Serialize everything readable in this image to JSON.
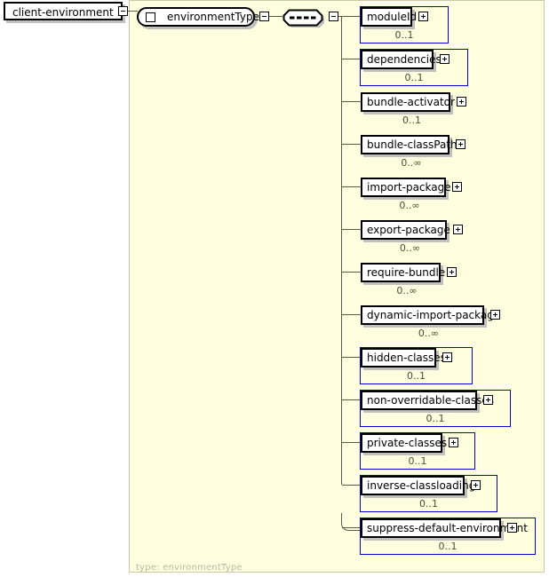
{
  "diagram": {
    "kind": "xml-schema-element-tree",
    "root": {
      "name": "client-environment",
      "toggle": "minus"
    },
    "type_reference": {
      "label": "environmentType",
      "toggle": "minus"
    },
    "compositor": {
      "kind": "sequence",
      "toggle": "minus"
    },
    "panel_footer_label": "type: environmentType",
    "colors": {
      "panel_background": "#ffffe0",
      "page_background": "#ffffff",
      "outer_box_border": "#0000d0",
      "name_box_border": "#000000",
      "connector_line": "#5a5a4a",
      "footer_text": "#b8b8a0",
      "shadow": "#c0c0c0"
    },
    "children": [
      {
        "name": "moduleId",
        "cardinality": "0..1",
        "toggle": "plus",
        "outer_box": true
      },
      {
        "name": "dependencies",
        "cardinality": "0..1",
        "toggle": "plus",
        "outer_box": true
      },
      {
        "name": "bundle-activator",
        "cardinality": "0..1",
        "toggle": "plus",
        "outer_box": false
      },
      {
        "name": "bundle-classPath",
        "cardinality": "0..∞",
        "toggle": "plus",
        "outer_box": false
      },
      {
        "name": "import-package",
        "cardinality": "0..∞",
        "toggle": "plus",
        "outer_box": false
      },
      {
        "name": "export-package",
        "cardinality": "0..∞",
        "toggle": "plus",
        "outer_box": false
      },
      {
        "name": "require-bundle",
        "cardinality": "0..∞",
        "toggle": "plus",
        "outer_box": false
      },
      {
        "name": "dynamic-import-package",
        "cardinality": "0..∞",
        "toggle": "plus",
        "outer_box": false
      },
      {
        "name": "hidden-classes",
        "cardinality": "0..1",
        "toggle": "plus",
        "outer_box": true
      },
      {
        "name": "non-overridable-classes",
        "cardinality": "0..1",
        "toggle": "plus",
        "outer_box": true
      },
      {
        "name": "private-classes",
        "cardinality": "0..1",
        "toggle": "plus",
        "outer_box": true
      },
      {
        "name": "inverse-classloading",
        "cardinality": "0..1",
        "toggle": "plus",
        "outer_box": true
      },
      {
        "name": "suppress-default-environment",
        "cardinality": "0..1",
        "toggle": "plus",
        "outer_box": true
      }
    ]
  }
}
